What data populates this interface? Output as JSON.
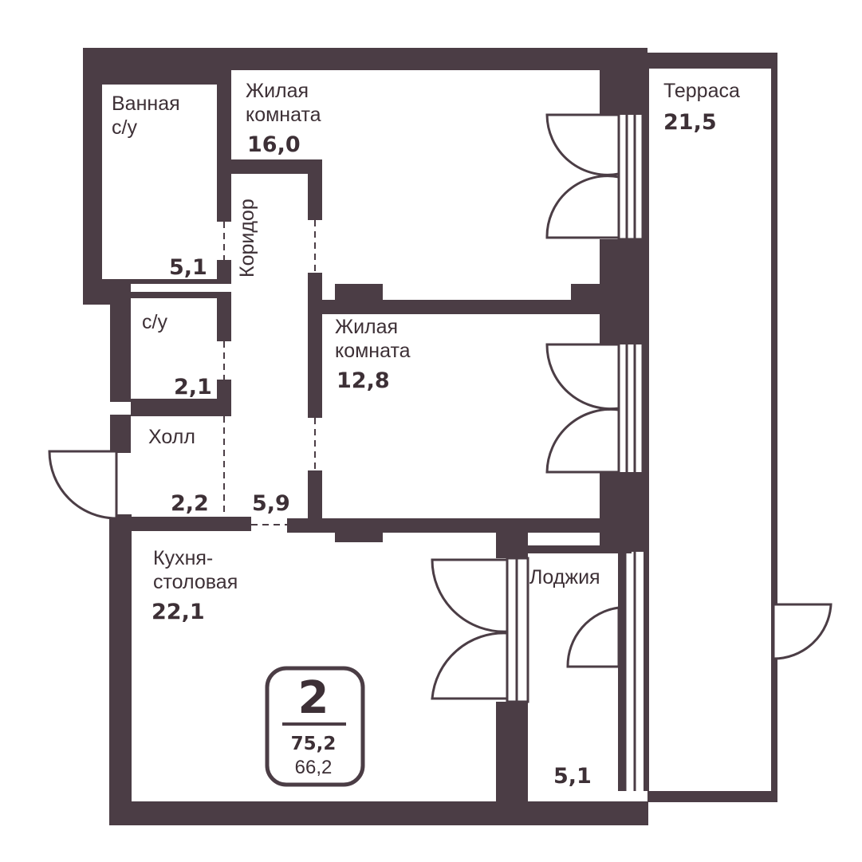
{
  "colors": {
    "wall": "#4b3d45",
    "text": "#3d3036",
    "background": "#ffffff"
  },
  "rooms": {
    "bathroom": {
      "name_1": "Ванная",
      "name_2": "с/у",
      "area": "5,1"
    },
    "living1": {
      "name_1": "Жилая",
      "name_2": "комната",
      "area": "16,0"
    },
    "corridor": {
      "name": "Коридор"
    },
    "terrace": {
      "name": "Терраса",
      "area": "21,5"
    },
    "wc": {
      "name": "с/у",
      "area": "2,1"
    },
    "living2": {
      "name_1": "Жилая",
      "name_2": "комната",
      "area": "12,8"
    },
    "hall": {
      "name": "Холл",
      "area": "2,2"
    },
    "corridor_area": "5,9",
    "kitchen": {
      "name_1": "Кухня-",
      "name_2": "столовая",
      "area": "22,1"
    },
    "loggia": {
      "name": "Лоджия",
      "area": "5,1"
    }
  },
  "badge": {
    "rooms": "2",
    "total_area": "75,2",
    "living_area": "66,2"
  }
}
